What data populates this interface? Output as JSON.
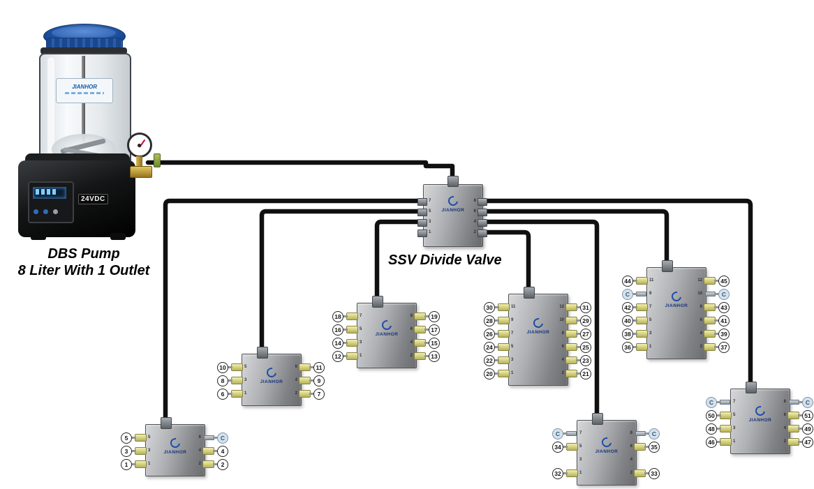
{
  "labels": {
    "pump_title_line1": "DBS Pump",
    "pump_title_line2": "8 Liter With 1 Outlet",
    "main_valve_label": "SSV Divide Valve"
  },
  "brand": "JIANHOR",
  "pump": {
    "voltage": "24VDC",
    "sticker_brand": "JIANHOR"
  },
  "main_valve": {
    "inner_left": [
      "7",
      "5",
      "3",
      "1"
    ],
    "inner_right": [
      "8",
      "6",
      "4",
      "2"
    ]
  },
  "valves": [
    {
      "rows": [
        {
          "left": "5",
          "right": "C"
        },
        {
          "left": "3",
          "right": "4"
        },
        {
          "left": "1",
          "right": "2"
        }
      ],
      "inner_left": [
        "5",
        "3",
        "1"
      ],
      "inner_right": [
        "6",
        "4",
        "2"
      ]
    },
    {
      "rows": [
        {
          "left": "10",
          "right": "11"
        },
        {
          "left": "8",
          "right": "9"
        },
        {
          "left": "6",
          "right": "7"
        }
      ],
      "inner_left": [
        "5",
        "3",
        "1"
      ],
      "inner_right": [
        "6",
        "4",
        "2"
      ]
    },
    {
      "rows": [
        {
          "left": "18",
          "right": "19"
        },
        {
          "left": "16",
          "right": "17"
        },
        {
          "left": "14",
          "right": "15"
        },
        {
          "left": "12",
          "right": "13"
        }
      ],
      "inner_left": [
        "7",
        "5",
        "3",
        "1"
      ],
      "inner_right": [
        "8",
        "6",
        "4",
        "2"
      ]
    },
    {
      "rows": [
        {
          "left": "30",
          "right": "31"
        },
        {
          "left": "28",
          "right": "29"
        },
        {
          "left": "26",
          "right": "27"
        },
        {
          "left": "24",
          "right": "25"
        },
        {
          "left": "22",
          "right": "23"
        },
        {
          "left": "20",
          "right": "21"
        }
      ],
      "inner_left": [
        "11",
        "9",
        "7",
        "5",
        "3",
        "1"
      ],
      "inner_right": [
        "12",
        "10",
        "8",
        "6",
        "4",
        "2"
      ]
    },
    {
      "rows": [
        {
          "left": "44",
          "right": "45"
        },
        {
          "left": "C",
          "right": "C"
        },
        {
          "left": "42",
          "right": "43"
        },
        {
          "left": "40",
          "right": "41"
        },
        {
          "left": "38",
          "right": "39"
        },
        {
          "left": "36",
          "right": "37"
        }
      ],
      "inner_left": [
        "11",
        "9",
        "7",
        "5",
        "3",
        "1"
      ],
      "inner_right": [
        "12",
        "10",
        "8",
        "6",
        "4",
        "2"
      ]
    },
    {
      "rows": [
        {
          "left": "C",
          "right": "C"
        },
        {
          "left": "34",
          "right": "35"
        },
        {
          "left": null,
          "right": null
        },
        {
          "left": "32",
          "right": "33"
        }
      ],
      "inner_left": [
        "7",
        "5",
        "3",
        "1"
      ],
      "inner_right": [
        "8",
        "6",
        "4",
        "2"
      ]
    },
    {
      "rows": [
        {
          "left": "C",
          "right": "C"
        },
        {
          "left": "50",
          "right": "51"
        },
        {
          "left": "48",
          "right": "49"
        },
        {
          "left": "46",
          "right": "47"
        }
      ],
      "inner_left": [
        "7",
        "5",
        "3",
        "1"
      ],
      "inner_right": [
        "8",
        "6",
        "4",
        "2"
      ]
    }
  ]
}
